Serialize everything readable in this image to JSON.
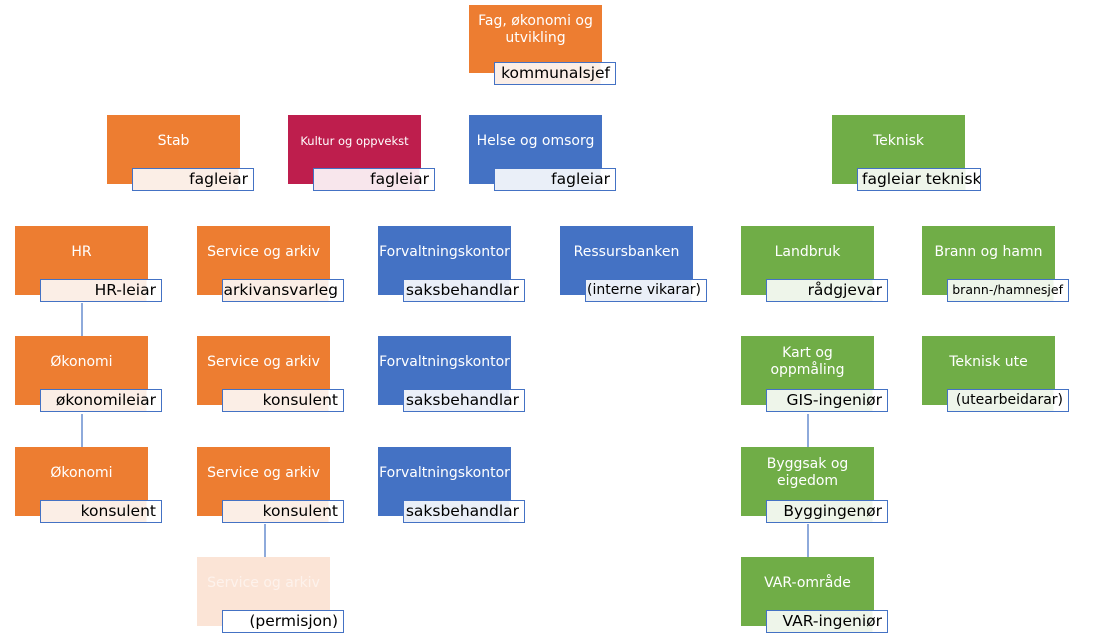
{
  "org_chart": {
    "colors": {
      "orange": "#ed7d31",
      "crimson": "#be1e4d",
      "blue": "#4472c4",
      "green": "#70ad47",
      "pale_orange": "#fbe4d6",
      "role_border": "#4472c4",
      "connector": "#8eaadb"
    },
    "top": {
      "title": "Fag, økonomi og utvikling",
      "role": "kommunalsjef"
    },
    "level1": [
      {
        "title": "Stab",
        "role": "fagleiar"
      },
      {
        "title": "Kultur og oppvekst",
        "role": "fagleiar"
      },
      {
        "title": "Helse og omsorg",
        "role": "fagleiar"
      },
      {
        "title": "Teknisk",
        "role": "fagleiar teknisk"
      }
    ],
    "stab_hr_chain": [
      {
        "title": "HR",
        "role": "HR-leiar"
      },
      {
        "title": "Økonomi",
        "role": "økonomileiar"
      },
      {
        "title": "Økonomi",
        "role": "konsulent"
      }
    ],
    "stab_service_column": [
      {
        "title": "Service og arkiv",
        "role": "arkivansvarleg"
      },
      {
        "title": "Service og arkiv",
        "role": "konsulent"
      },
      {
        "title": "Service og arkiv",
        "role": "konsulent"
      },
      {
        "title": "Service og arkiv",
        "role": "(permisjon)"
      }
    ],
    "helse_column": [
      {
        "title": "Forvaltningskontor",
        "role": "saksbehandlar"
      },
      {
        "title": "Forvaltningskontor",
        "role": "saksbehandlar"
      },
      {
        "title": "Forvaltningskontor",
        "role": "saksbehandlar"
      }
    ],
    "ressurs": {
      "title": "Ressursbanken",
      "role": "(interne vikarar)"
    },
    "teknisk_column": [
      {
        "title": "Landbruk",
        "role": "rådgjevar"
      },
      {
        "title": "Kart og oppmåling",
        "role": "GIS-ingeniør"
      },
      {
        "title": "Byggsak og eigedom",
        "role": "Byggingenør"
      },
      {
        "title": "VAR-område",
        "role": "VAR-ingeniør"
      }
    ],
    "teknisk_column2": [
      {
        "title": "Brann og hamn",
        "role": "brann-/hamnesjef"
      },
      {
        "title": "Teknisk ute",
        "role": "(utearbeidarar)"
      }
    ]
  }
}
